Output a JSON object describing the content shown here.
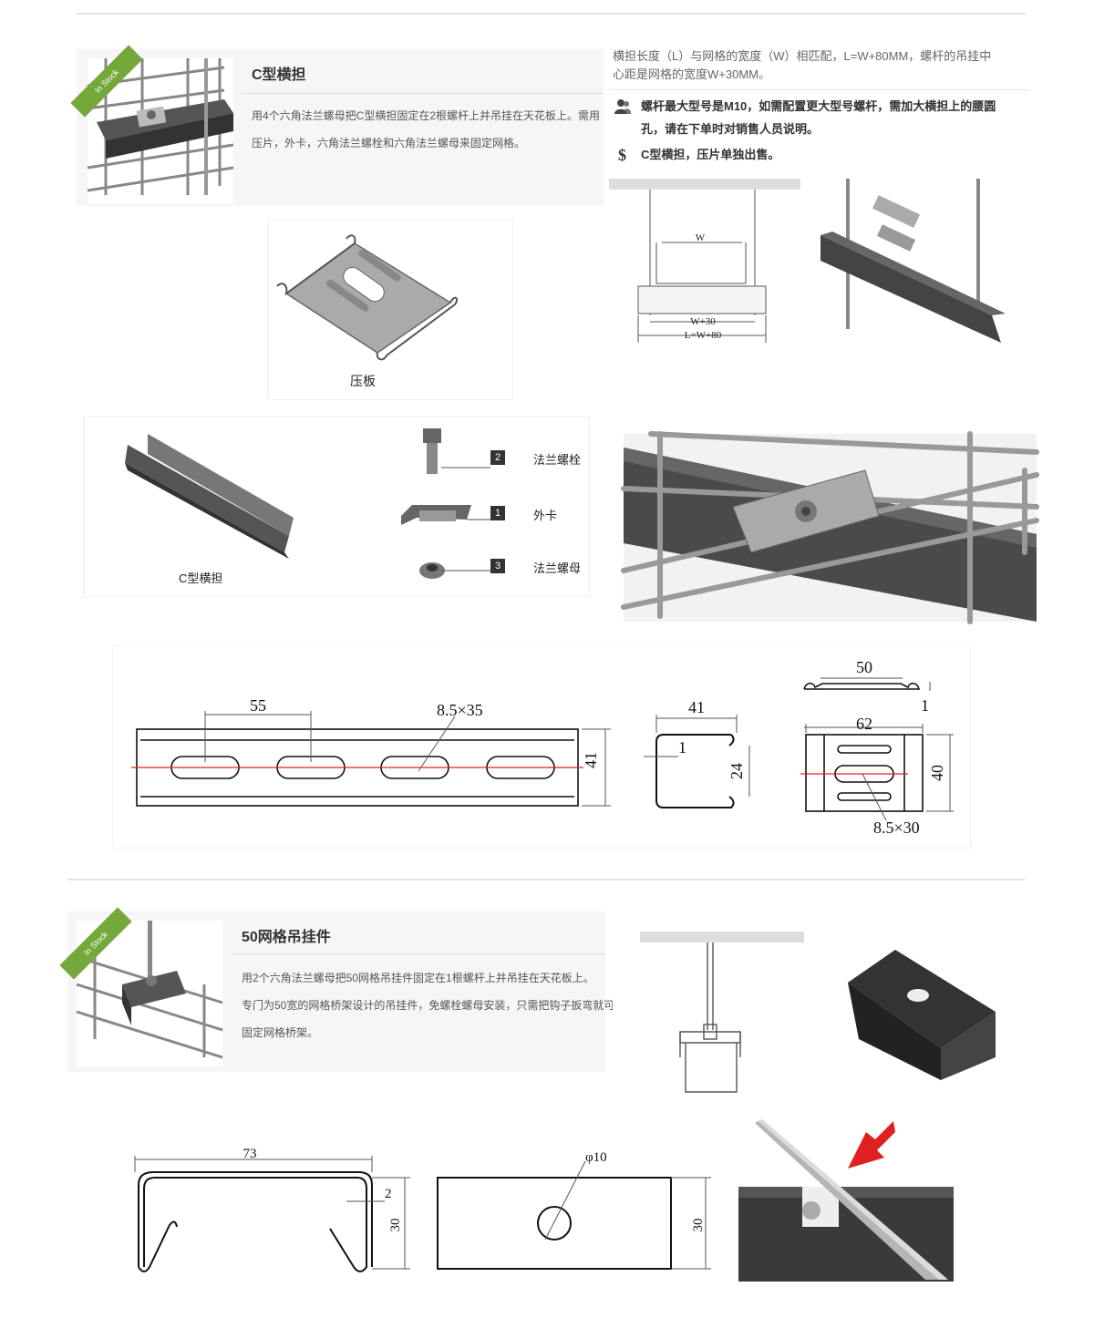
{
  "badge_text": "In Stock",
  "section1": {
    "title": "C型横担",
    "desc_line1": "用4个六角法兰螺母把C型横担固定在2根螺杆上并吊挂在天花板上。需用",
    "desc_line2": "压片，外卡，六角法兰螺栓和六角法兰螺母来固定网格。",
    "note_line1": "横担长度（L）与网格的宽度（W）相匹配，L=W+80MM，螺杆的吊挂中",
    "note_line2": "心距是网格的宽度W+30MM。",
    "bullet1_line1": "螺杆最大型号是M10，如需配置更大型号螺杆，需加大横担上的腰圆",
    "bullet1_line2": "孔，请在下单时对销售人员说明。",
    "bullet2": "C型横担，压片单独出售。",
    "diagram_labels": {
      "w": "W",
      "w30": "W+30",
      "l": "L=W+80"
    },
    "plate_label": "压板",
    "rail_label": "C型横担",
    "parts": [
      {
        "num": "2",
        "name": "法兰螺栓"
      },
      {
        "num": "1",
        "name": "外卡"
      },
      {
        "num": "3",
        "name": "法兰螺母"
      }
    ],
    "dims": {
      "d55": "55",
      "slot1": "8.5×35",
      "h41a": "41",
      "w41": "41",
      "t1a": "1",
      "h24": "24",
      "w50": "50",
      "t1b": "1",
      "w62": "62",
      "h40": "40",
      "slot2": "8.5×30"
    }
  },
  "section2": {
    "title": "50网格吊挂件",
    "desc_line1": "用2个六角法兰螺母把50网格吊挂件固定在1根螺杆上并吊挂在天花板上。",
    "desc_line2": "专门为50宽的网格桥架设计的吊挂件，免螺栓螺母安装，只需把钩子扳弯就可",
    "desc_line3": "固定网格桥架。",
    "dims": {
      "w73": "73",
      "t2": "2",
      "h30a": "30",
      "phi": "φ10",
      "h30b": "30"
    }
  },
  "colors": {
    "badge": "#74a83a",
    "accent_red": "#e02020",
    "rule": "#e2e2e2"
  }
}
